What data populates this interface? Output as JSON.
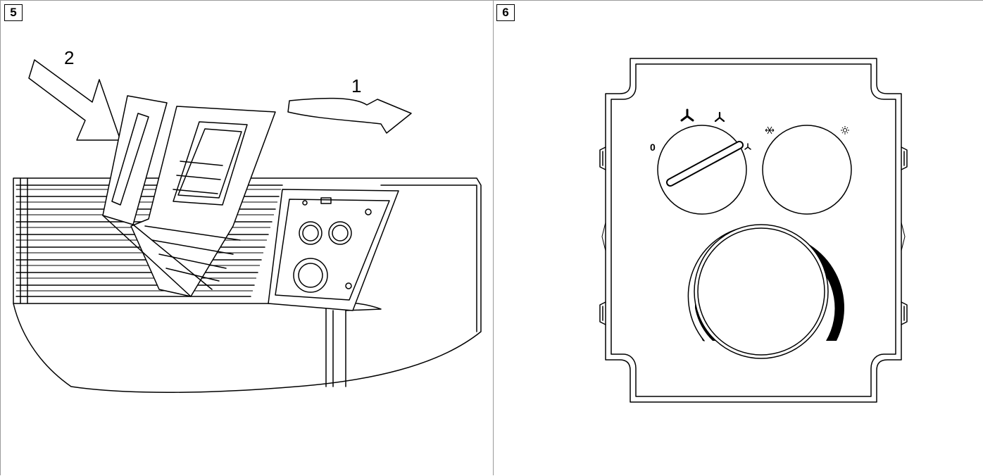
{
  "panels": [
    {
      "step": "5",
      "callouts": [
        "2",
        "1"
      ]
    },
    {
      "step": "6",
      "dial_labels": [
        "0"
      ]
    }
  ],
  "icons": {
    "fan_high": "fan-icon",
    "fan_medium": "fan-icon",
    "fan_low": "fan-icon",
    "cooling": "snowflake-icon",
    "heating": "sun-icon"
  }
}
